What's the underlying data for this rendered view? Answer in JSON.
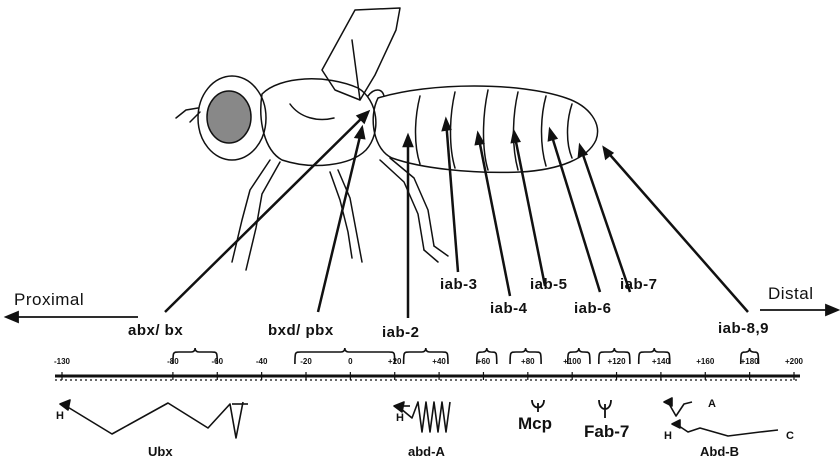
{
  "direction": {
    "left": "Proximal",
    "right": "Distal"
  },
  "regions": [
    {
      "label": "abx/ bx",
      "start": -80,
      "end": -60
    },
    {
      "label": "bxd/ pbx",
      "start": -25,
      "end": 20
    },
    {
      "label": "iab-2",
      "start": 24,
      "end": 44
    },
    {
      "label": "iab-3",
      "start": 57,
      "end": 66
    },
    {
      "label": "iab-4",
      "start": 72,
      "end": 86
    },
    {
      "label": "iab-5",
      "start": 98,
      "end": 108
    },
    {
      "label": "iab-6",
      "start": 112,
      "end": 126
    },
    {
      "label": "iab-7",
      "start": 130,
      "end": 144
    },
    {
      "label": "iab-8,9",
      "start": 176,
      "end": 184
    }
  ],
  "axis": {
    "min": -130,
    "max": 200,
    "ticks": [
      "-130",
      "-80",
      "-60",
      "-40",
      "-20",
      "0",
      "+20",
      "+40",
      "+60",
      "+80",
      "+100",
      "+120",
      "+140",
      "+160",
      "+180",
      "+200"
    ]
  },
  "elements": {
    "mcp": "Mcp",
    "fab7": "Fab-7"
  },
  "genes": {
    "ubx": "Ubx",
    "abda": "abd-A",
    "abdb": "Abd-B"
  },
  "transcript_labels": {
    "ubx_h": "H",
    "abda_h": "H",
    "abdb_h": "H",
    "abdb_a": "A",
    "abdb_c": "C"
  }
}
